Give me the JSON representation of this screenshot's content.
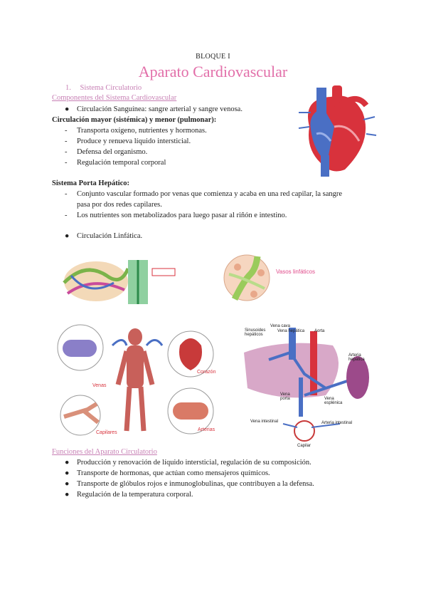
{
  "header": {
    "block": "BLOQUE I",
    "title": "Aparato Cardiovascular"
  },
  "section1": {
    "number": "1.",
    "label": "Sistema Circulatorio"
  },
  "components": {
    "heading": "Componentes del Sistema Cardiovascular",
    "bullet": "Circulación Sanguínea: sangre arterial y sangre venosa."
  },
  "circulation": {
    "heading": "Circulación mayor (sistémica) y menor (pulmonar):",
    "items": [
      "Transporta oxígeno, nutrientes y hormonas.",
      "Produce y renueva líquido intersticial.",
      "Defensa del organismo.",
      "Regulación temporal corporal"
    ]
  },
  "portal": {
    "heading": "Sistema Porta Hepático:",
    "item1_line1": "Conjunto vascular formado por venas que comienza y acaba en una red capilar, la sangre",
    "item1_line2": "pasa por dos redes capilares.",
    "item2": "Los nutrientes son metabolizados para luego pasar al riñón e intestino."
  },
  "lymph": {
    "bullet": "Circulación Linfática."
  },
  "figures": {
    "lymph_label": "Vasos linfáticos",
    "body": {
      "venas": "Venas",
      "corazon": "Corazón",
      "capilares": "Capilares",
      "arterias": "Arterias"
    },
    "liver": {
      "vena_cava": "Vena cava",
      "sinusoides": "Sinusoides hepáticos",
      "vena_hepatica": "Vena hepática",
      "aorta": "Aorta",
      "arteria_hepatica": "Arteria hepática",
      "vena_porta": "Vena porta",
      "vena_esplenica": "Vena esplénica",
      "vena_intestinal": "Vena intestinal",
      "arteria_intestinal": "Arteria intestinal",
      "capilar": "Capilar"
    }
  },
  "functions": {
    "heading": "Funciones del Aparato Circulatorio",
    "items": [
      "Producción y renovación de líquido intersticial, regulación de su composición.",
      "Transporte de hormonas, que actúan como mensajeros químicos.",
      "Transporte de glóbulos rojos e inmunoglobulinas, que contribuyen a la defensa.",
      "Regulación de la temperatura corporal."
    ]
  },
  "marks": {
    "bullet": "●",
    "dash": "-"
  },
  "colors": {
    "title": "#e26fa9",
    "link": "#c77fb4",
    "artery": "#d8323c",
    "vein": "#4a6fc4"
  }
}
